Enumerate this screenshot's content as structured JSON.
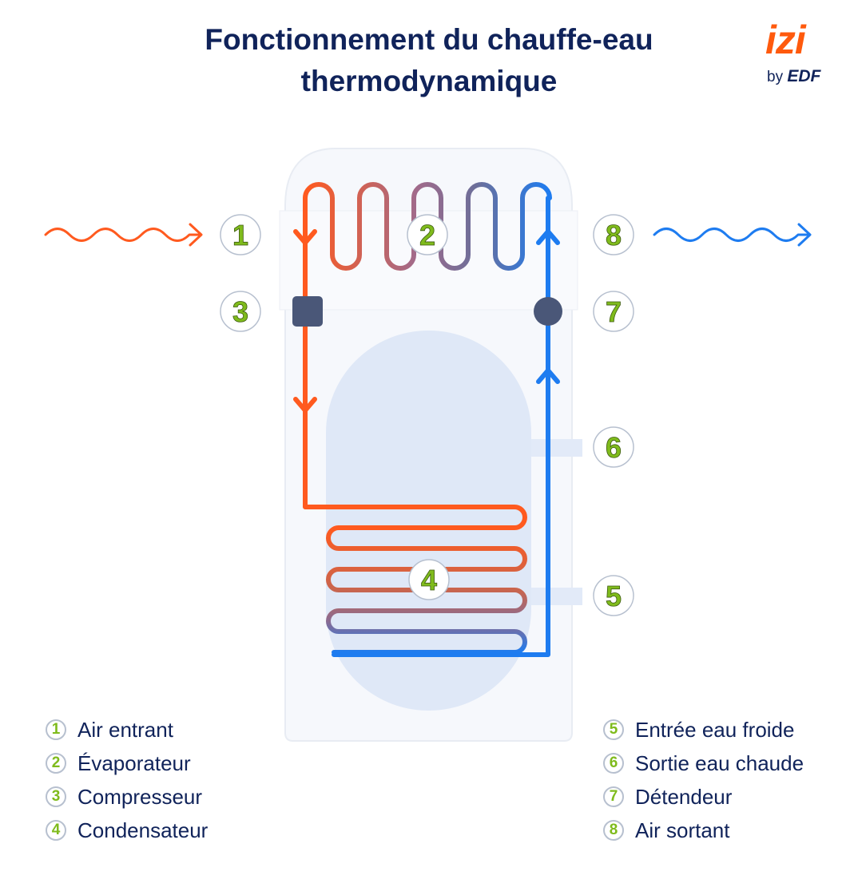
{
  "title": "Fonctionnement du chauffe-eau thermodynamique",
  "logo": {
    "name": "izi",
    "by": "by",
    "brand": "EDF"
  },
  "callouts": [
    "1",
    "2",
    "3",
    "4",
    "5",
    "6",
    "7",
    "8"
  ],
  "legend_left": [
    {
      "num": "1",
      "label": "Air entrant"
    },
    {
      "num": "2",
      "label": "Évaporateur"
    },
    {
      "num": "3",
      "label": "Compresseur"
    },
    {
      "num": "4",
      "label": "Condensateur"
    }
  ],
  "legend_right": [
    {
      "num": "5",
      "label": "Entrée eau froide"
    },
    {
      "num": "6",
      "label": "Sortie eau chaude"
    },
    {
      "num": "7",
      "label": "Détendeur"
    },
    {
      "num": "8",
      "label": "Air sortant"
    }
  ],
  "colors": {
    "title": "#10235a",
    "hot": "#ff5a1f",
    "cold": "#1e7cf0",
    "number_green": "#7fbb1c",
    "tank": "#f6f8fc",
    "tank_inner": "#dfe8f7",
    "component": "#4a5778"
  }
}
